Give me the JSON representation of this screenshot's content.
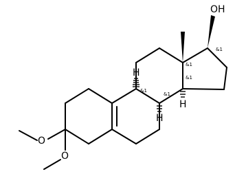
{
  "molecule": {
    "atom_labels": {
      "hydroxyl": "OH",
      "h_c8": "H",
      "h_c9": "H",
      "h_c14": "H",
      "methoxy_top_o": "O",
      "methoxy_bottom_o": "O"
    },
    "stereo_labels": {
      "c17": "&1",
      "c13": "&1",
      "c9": "&1",
      "c8": "&1",
      "c14": "&1"
    }
  }
}
